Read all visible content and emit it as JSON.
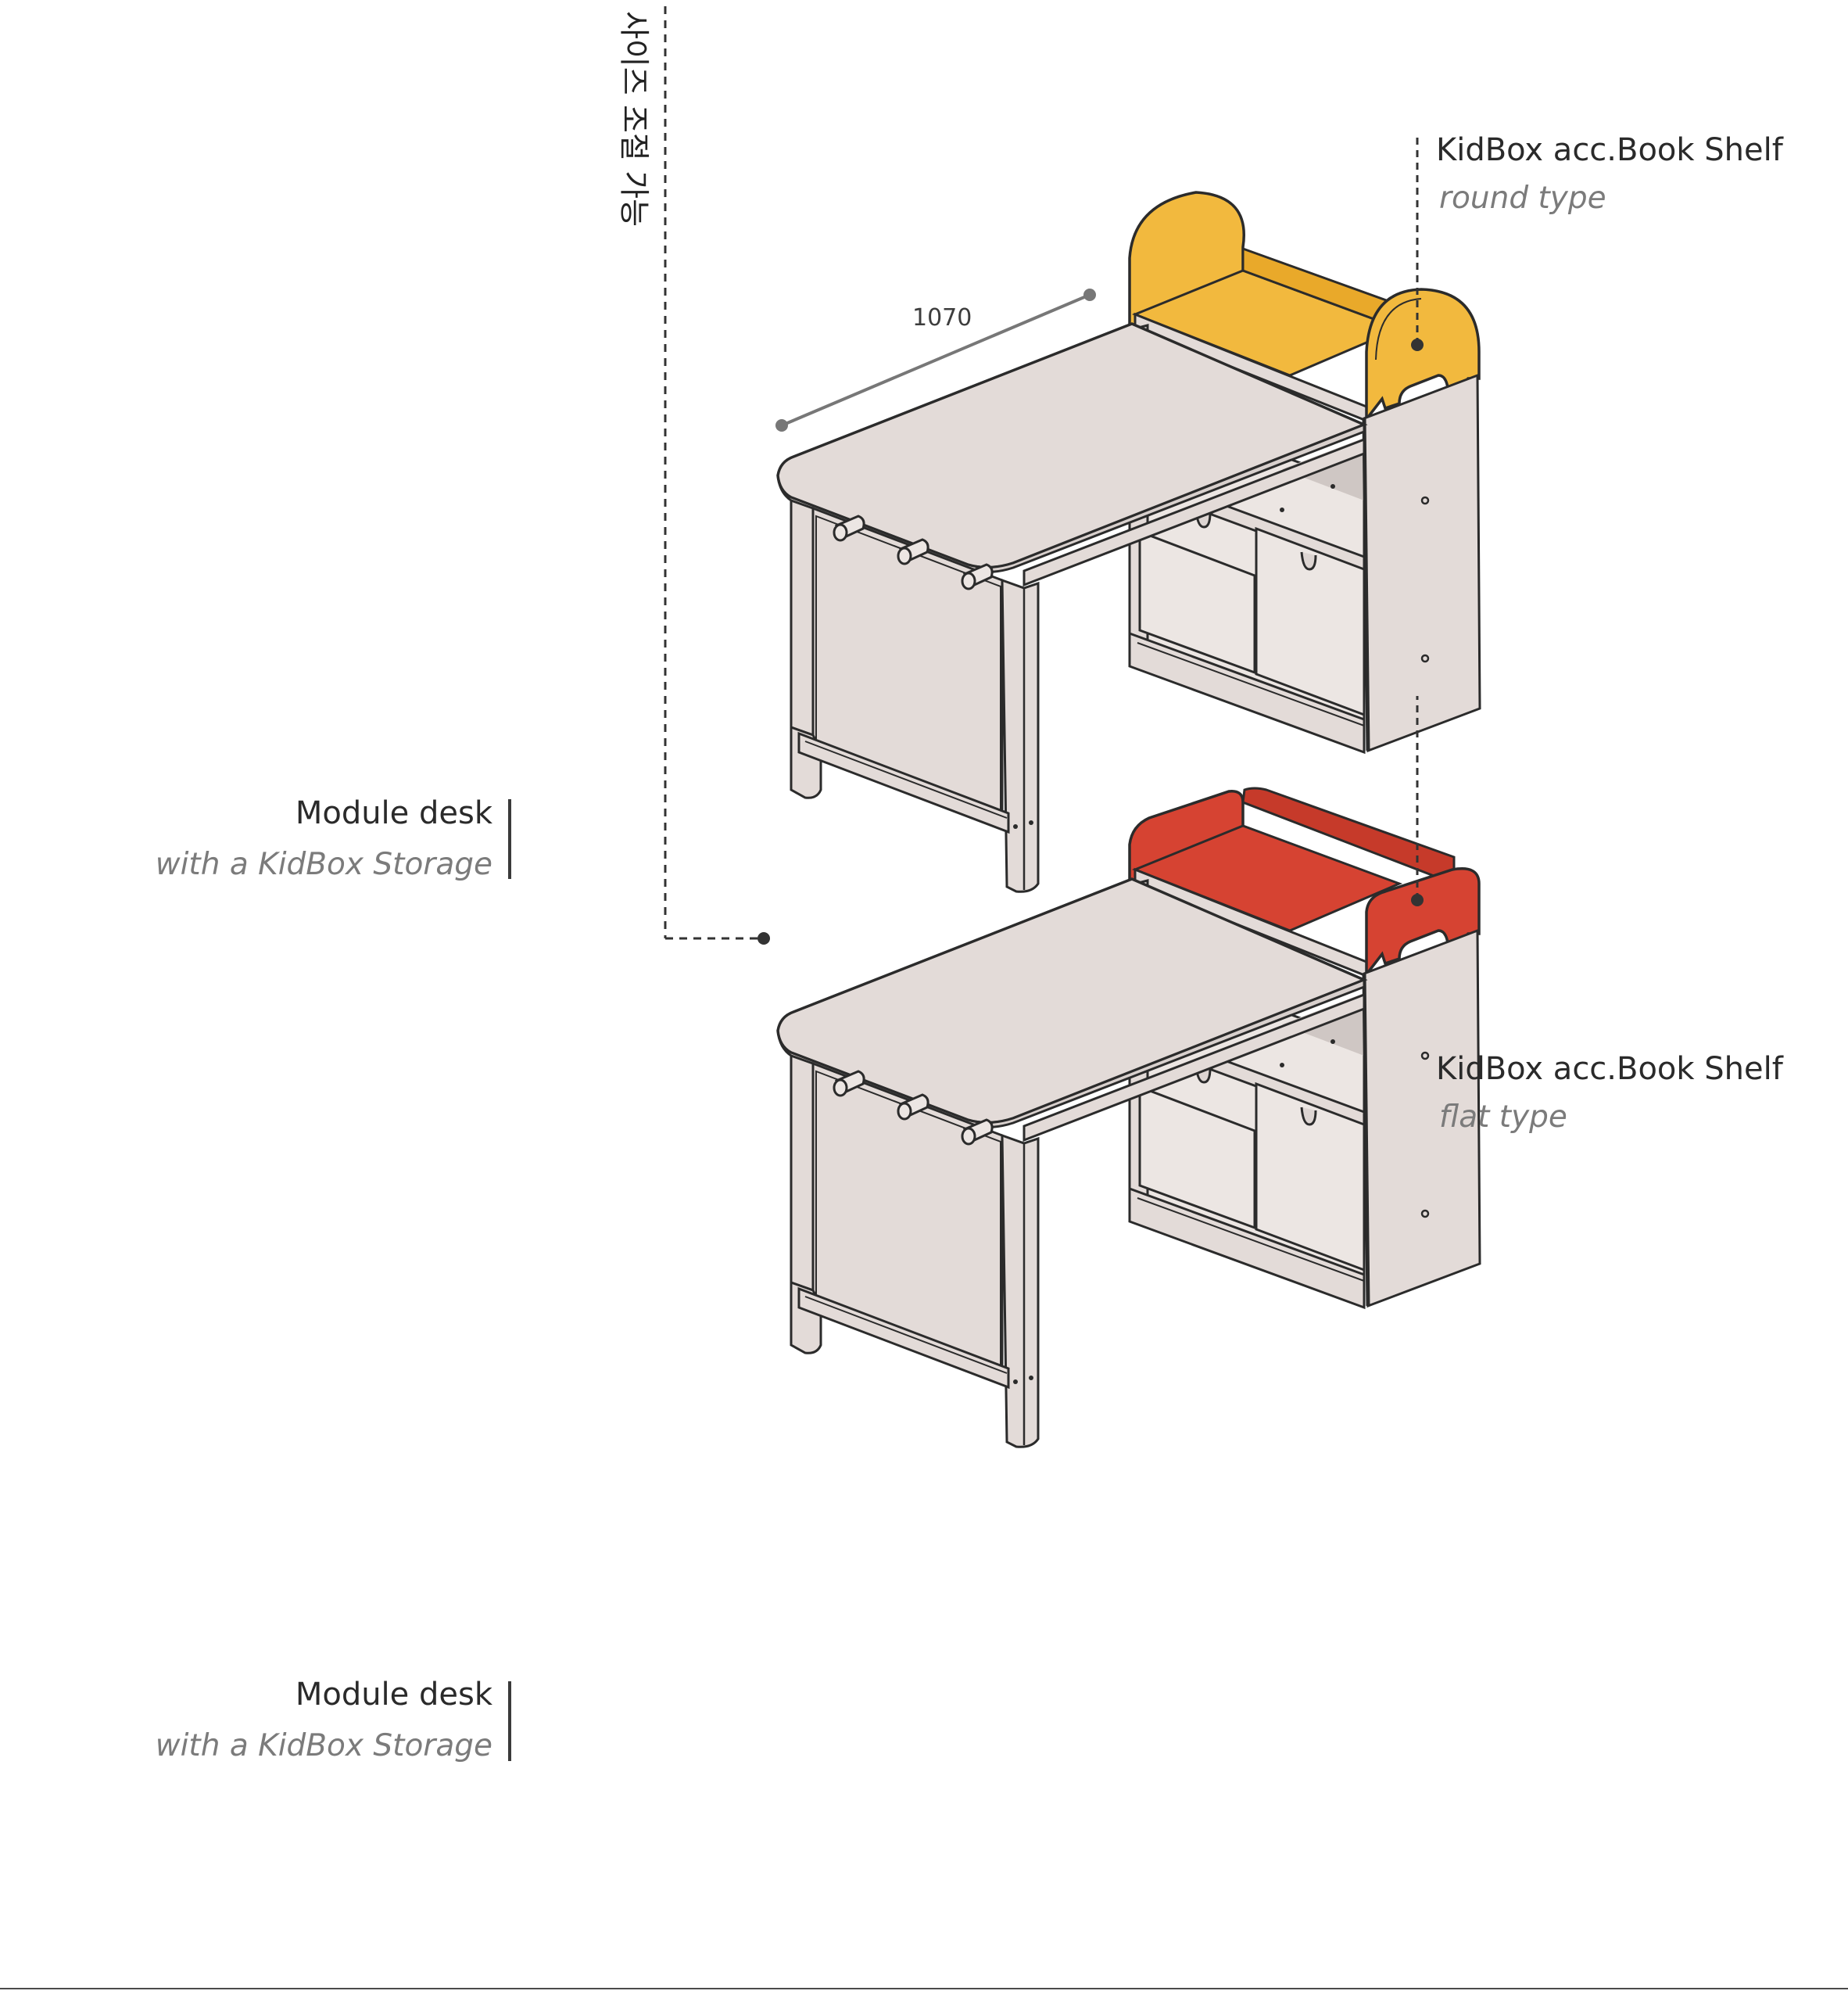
{
  "colors": {
    "body": "#e3dbd8",
    "inner": "#ece6e3",
    "stroke": "#2b2b2b",
    "round_shelf": "#f2b93e",
    "round_shelf_dark": "#e9a92a",
    "flat_shelf": "#d64332",
    "flat_shelf_dark": "#c63a2a",
    "dimension_line": "#777777"
  },
  "size_adjustable_label": "사이즈 조절 가능",
  "dimension_label": "1070",
  "desk_top": {
    "label": {
      "title": "Module desk",
      "subtitle": "with a KidBox Storage"
    },
    "shelf": {
      "title": "KidBox acc.Book Shelf",
      "subtitle": "round type",
      "icon": "round-top-book-shelf"
    }
  },
  "desk_bottom": {
    "label": {
      "title": "Module desk",
      "subtitle": "with a KidBox Storage"
    },
    "shelf": {
      "title": "KidBox acc.Book Shelf",
      "subtitle": "flat type",
      "icon": "flat-top-book-shelf"
    }
  }
}
